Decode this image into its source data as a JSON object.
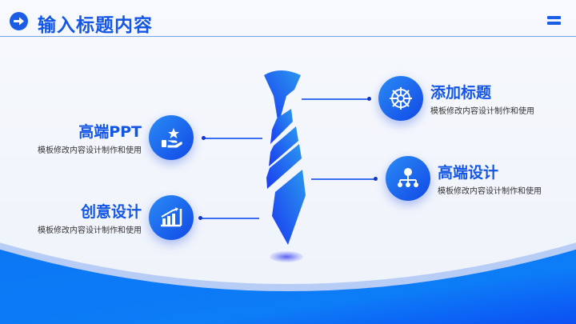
{
  "header": {
    "title": "输入标题内容",
    "icon": "arrow-right-circle-icon",
    "menu_icon": "menu-icon"
  },
  "items": [
    {
      "title": "高端PPT",
      "desc": "模板修改内容设计制作和使用",
      "icon": "hand-star-icon",
      "side": "left"
    },
    {
      "title": "创意设计",
      "desc": "模板修改内容设计制作和使用",
      "icon": "bar-chart-growth-icon",
      "side": "left"
    },
    {
      "title": "添加标题",
      "desc": "模板修改内容设计制作和使用",
      "icon": "helm-wheel-icon",
      "side": "right"
    },
    {
      "title": "高端设计",
      "desc": "模板修改内容设计制作和使用",
      "icon": "hierarchy-icon",
      "side": "right"
    }
  ],
  "colors": {
    "accent": "#1356e6",
    "accent_light": "#2a8bf5",
    "connector": "#3b6ef0"
  }
}
